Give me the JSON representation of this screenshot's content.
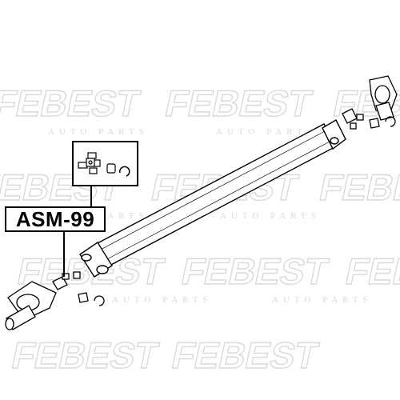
{
  "part": {
    "number": "ASM-99"
  },
  "watermark": {
    "brand": "FEBEST",
    "tagline": "AUTO PARTS",
    "color": "#d9d9d9"
  },
  "colors": {
    "line": "#000000",
    "background": "#ffffff"
  }
}
